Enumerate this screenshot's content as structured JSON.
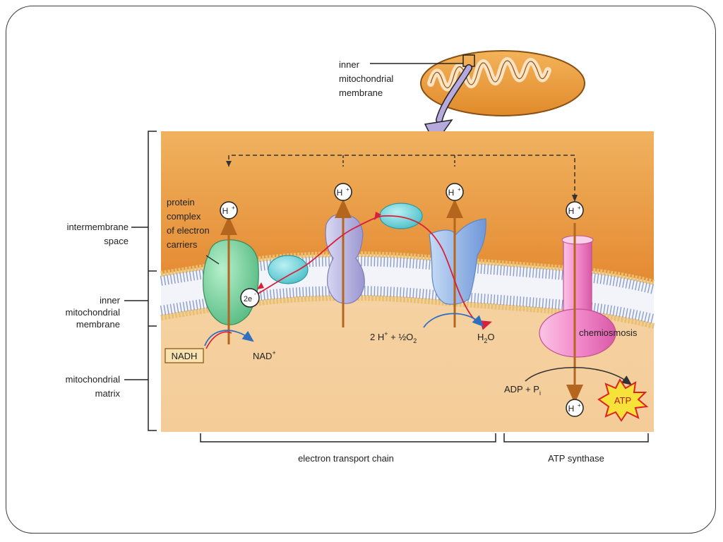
{
  "top_label": [
    "inner",
    "mitochondrial",
    "membrane"
  ],
  "left_labels": {
    "intermembrane": [
      "intermembrane",
      "space"
    ],
    "inner_membrane": [
      "inner",
      "mitochondrial",
      "membrane"
    ],
    "matrix": [
      "mitochondrial",
      "matrix"
    ]
  },
  "protein_label": [
    "protein",
    "complex",
    "of electron",
    "carriers"
  ],
  "electron_label": "2e",
  "electron_sup": "-",
  "proton": {
    "text": "H",
    "sup": "+"
  },
  "nadh": "NADH",
  "nad_plus": {
    "text": "NAD",
    "sup": "+"
  },
  "oxygen_reaction": {
    "lead": "2 H",
    "sup": "+",
    "mid": " + ½O",
    "sub": "2"
  },
  "water": {
    "lead": "H",
    "sub": "2",
    "tail": "O"
  },
  "chemiosmosis": "chemiosmosis",
  "adp": {
    "lead": "ADP + P",
    "sub": "i"
  },
  "atp": "ATP",
  "bottom_labels": {
    "etc": "electron transport chain",
    "synthase": "ATP synthase"
  },
  "colors": {
    "intermembrane": "#e6963e",
    "matrix": "#f5d2a4",
    "membrane_blue": "#a9bfd8",
    "complex_green": "#6fcf9a",
    "carrier_cyan": "#6fd0d6",
    "complex_lavender": "#b9b6e0",
    "complex_blue": "#8db1e6",
    "synthase_pink": "#f07fc4",
    "arrow_brown": "#b5661e",
    "electron_red": "#d8203a"
  }
}
